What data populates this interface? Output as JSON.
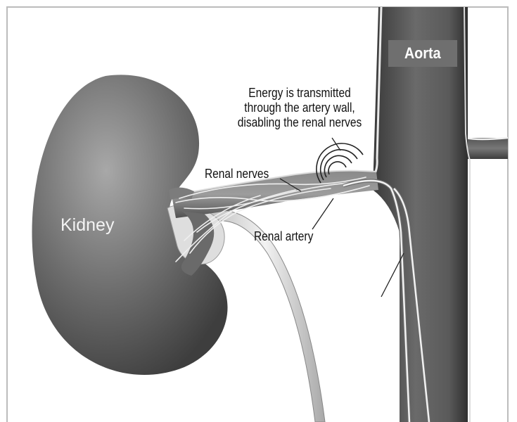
{
  "labels": {
    "kidney": "Kidney",
    "aorta": "Aorta",
    "energy_line1": "Energy is transmitted",
    "energy_line2": "through the artery wall,",
    "energy_line3": "disabling the renal nerves",
    "renal_nerves": "Renal nerves",
    "renal_artery": "Renal artery"
  },
  "colors": {
    "background": "#ffffff",
    "frame": "#bcbcbc",
    "tissue_dark": "#4a4a4a",
    "tissue_mid": "#7a7a7a",
    "aorta_badge": "#6f6f6f",
    "nerve": "#e8e8e8"
  }
}
